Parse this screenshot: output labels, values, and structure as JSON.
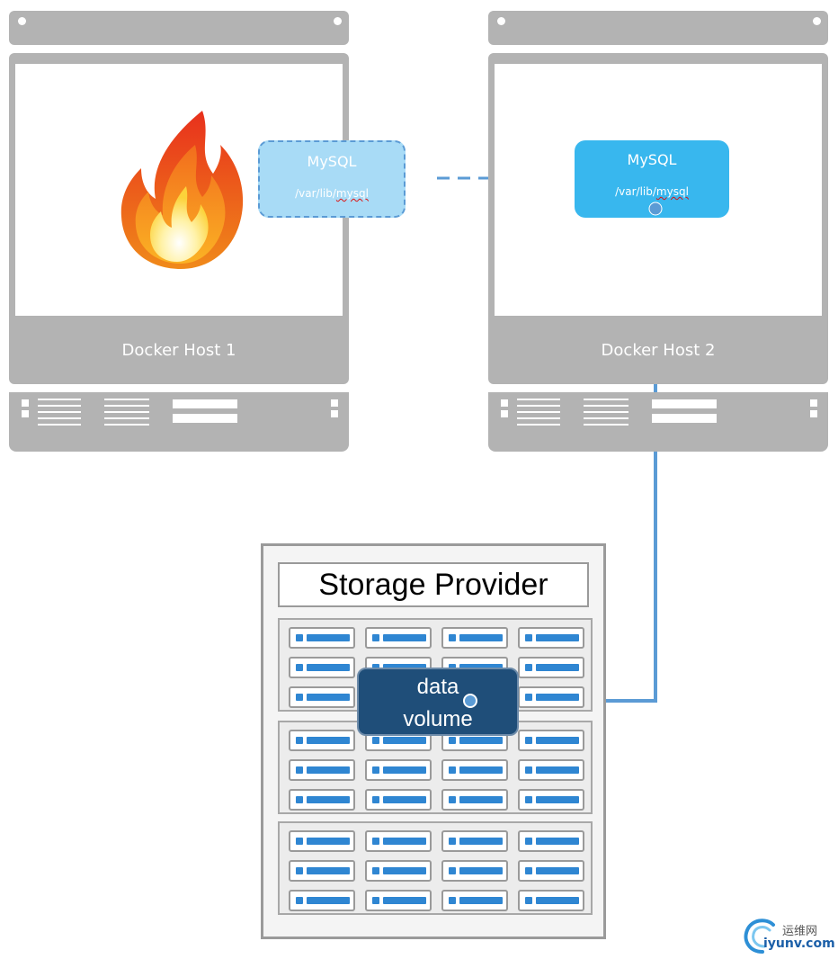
{
  "hosts": [
    {
      "label": "Docker Host 1"
    },
    {
      "label": "Docker Host 2"
    }
  ],
  "mysql_failed": {
    "title": "MySQL",
    "path": "/var/lib/mysql"
  },
  "mysql_active": {
    "title": "MySQL",
    "path": "/var/lib/mysql"
  },
  "storage": {
    "title": "Storage Provider"
  },
  "volume": {
    "line1": "data",
    "line2": "volume"
  },
  "watermark": {
    "line1": "运维网",
    "line2": "iyunv.com"
  },
  "colors": {
    "host_gray": "#b3b3b3",
    "mysql_active": "#38b7ee",
    "mysql_failed": "#a8dbf6",
    "connector": "#5b9bd5",
    "volume": "#1f4e79",
    "drive_blue": "#2f86d2"
  },
  "icons": {
    "failure": "fire-icon",
    "watermark": "iyunv-logo-icon"
  }
}
